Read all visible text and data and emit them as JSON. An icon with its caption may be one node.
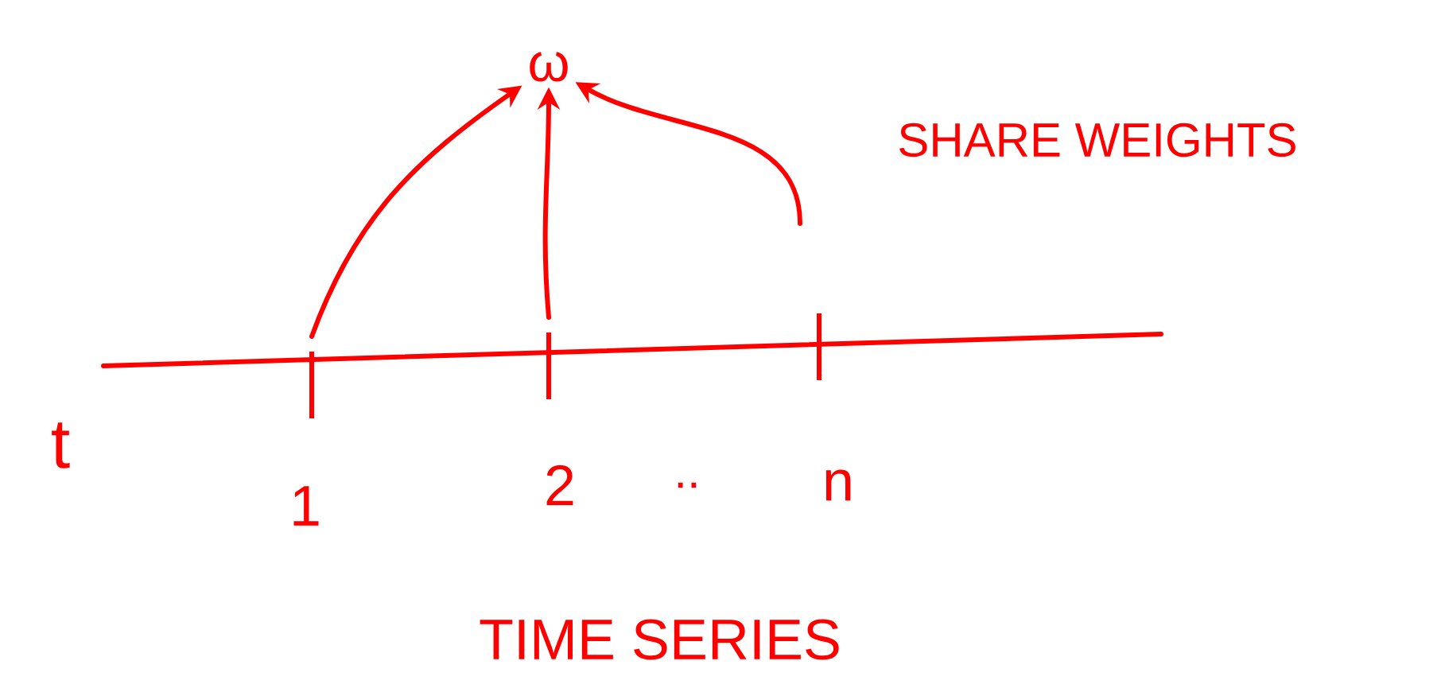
{
  "diagram": {
    "nodes": [
      {
        "text": [
          "ω"
        ]
      },
      {
        "text": [],
        "shape": "bar",
        "beside": [
          "1"
        ]
      },
      {
        "text": [],
        "shape": "bar",
        "beside": [
          "2"
        ]
      },
      {
        "text": [],
        "shape": "bar",
        "beside": [
          "n"
        ]
      }
    ],
    "edges": [
      {
        "from": 1,
        "to": 0,
        "arrow": "to"
      },
      {
        "from": 2,
        "to": 0,
        "arrow": "to"
      },
      {
        "from": 3,
        "to": 0,
        "arrow": "to"
      }
    ],
    "labels": [
      "t",
      "..",
      "SHARE WEIGHTS",
      "TIME SERIES"
    ]
  }
}
